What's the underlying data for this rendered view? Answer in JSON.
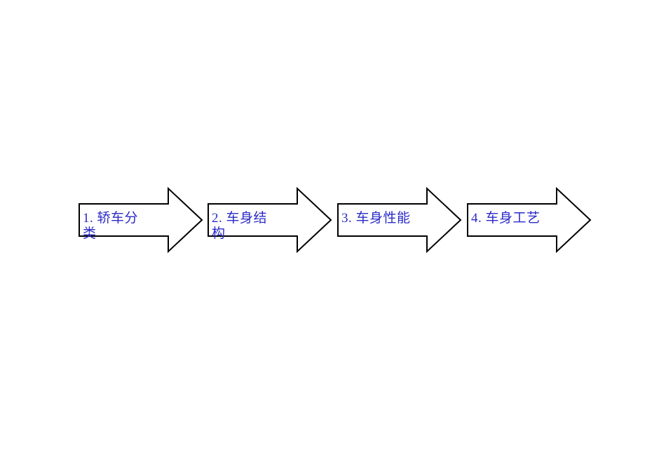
{
  "slide": {
    "background": "#ffffff"
  },
  "colors": {
    "label_text": "#2B2BC8",
    "arrow_outline": "#000000",
    "arrow_fill": "#ffffff"
  },
  "arrows": [
    {
      "step": "1",
      "label": "1. 轿车分类",
      "lines": [
        "1. 轿车分",
        "类"
      ]
    },
    {
      "step": "2",
      "label": "2. 车身结构",
      "lines": [
        "2. 车身结",
        "构"
      ]
    },
    {
      "step": "3",
      "label": "3. 车身性能",
      "lines": [
        "3. 车身性能"
      ]
    },
    {
      "step": "4",
      "label": "4. 车身工艺",
      "lines": [
        "4. 车身工艺"
      ]
    }
  ]
}
